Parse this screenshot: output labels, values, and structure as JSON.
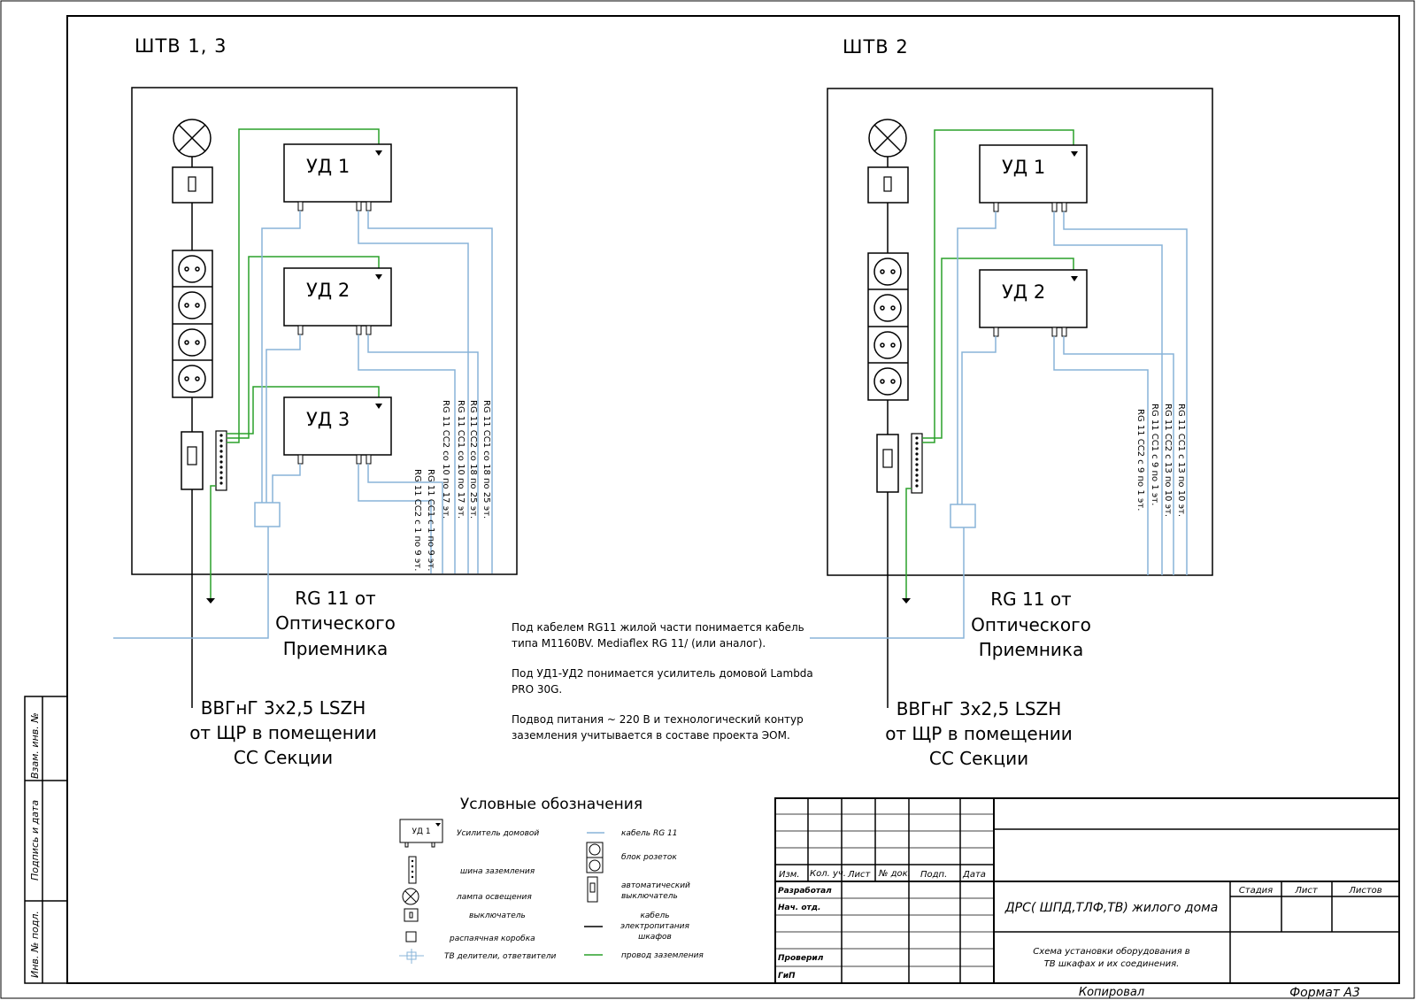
{
  "left_cabinet": {
    "title": "ШТВ 1, 3",
    "amps": [
      "УД 1",
      "УД 2",
      "УД 3"
    ],
    "cables": [
      "RG 11 CC1 со 18 по 25 эт.",
      "RG 11 CC2 со 18 по 25 эт.",
      "RG 11 CC1 со 10 по 17 эт.",
      "RG 11 CC2 со 10 по 17 эт.",
      "RG 11 CC1 с 1 по 9 эт.",
      "RG 11 CC2 с 1 по 9 эт."
    ],
    "rg_label": [
      "RG 11 от",
      "Оптического",
      "Приемника"
    ],
    "power_label": [
      "ВВГнГ 3х2,5 LSZH",
      "от ЩР в помещении",
      "СС  Секции"
    ]
  },
  "right_cabinet": {
    "title": "ШТВ 2",
    "amps": [
      "УД 1",
      "УД 2"
    ],
    "cables": [
      "RG 11 CC1 с 13 по 10 эт.",
      "RG 11 CC2 с 13 по 10 эт.",
      "RG 11 CC1 с 9 по 1 эт.",
      "RG 11 CC2 с 9 по 1 эт."
    ],
    "rg_label": [
      "RG 11 от",
      "Оптического",
      "Приемника"
    ],
    "power_label": [
      "ВВГнГ 3х2,5 LSZH",
      "от ЩР в помещении",
      "СС  Секции"
    ]
  },
  "notes": [
    "Под кабелем RG11 жилой части понимается кабель",
    "типа    M1160BV. Mediaflex RG 11/ (или аналог).",
    "Под УД1-УД2 понимается усилитель домовой Lambda",
    "PRO 30G.",
    "Подвод питания ~ 220 В и технологический контур",
    "заземления учитывается в составе проекта ЭОМ."
  ],
  "legend": {
    "title": "Условные обозначения",
    "amp_symbol": "УД 1",
    "amp": "Усилитель домовой",
    "ground_bus": "шина заземления",
    "lamp": "лампа освещения",
    "switch": "выключатель",
    "junction": "распаячная коробка",
    "splitter": "ТВ делители, ответвители",
    "rg_cable": "кабель RG 11",
    "sockets": "блок розеток",
    "breaker": [
      "автоматический",
      "выключатель"
    ],
    "power_cable": [
      "кабель",
      "электропитания",
      "шкафов"
    ],
    "ground_wire": "провод заземления"
  },
  "stamp": {
    "header": [
      "Изм.",
      "Кол. уч.",
      "Лист",
      "№ док.",
      "Подп.",
      "Дата"
    ],
    "roles": [
      "Разработал",
      "Нач. отд.",
      "Проверил",
      "ГиП"
    ],
    "cols": [
      "Стадия",
      "Лист",
      "Листов"
    ],
    "project": "ДРС( ШПД,ТЛФ,ТВ) жилого дома",
    "sheet_title": [
      "Схема установки оборудования в",
      "ТВ шкафах и  их соединения."
    ],
    "copied": "Копировал",
    "format": "Формат А3"
  },
  "side_fields": [
    "Взам. инв. №",
    "Подпись и дата",
    "Инв. № подл."
  ],
  "colors": {
    "green": "#2aa02a",
    "blue": "#88b4d8",
    "line": "#000000"
  }
}
